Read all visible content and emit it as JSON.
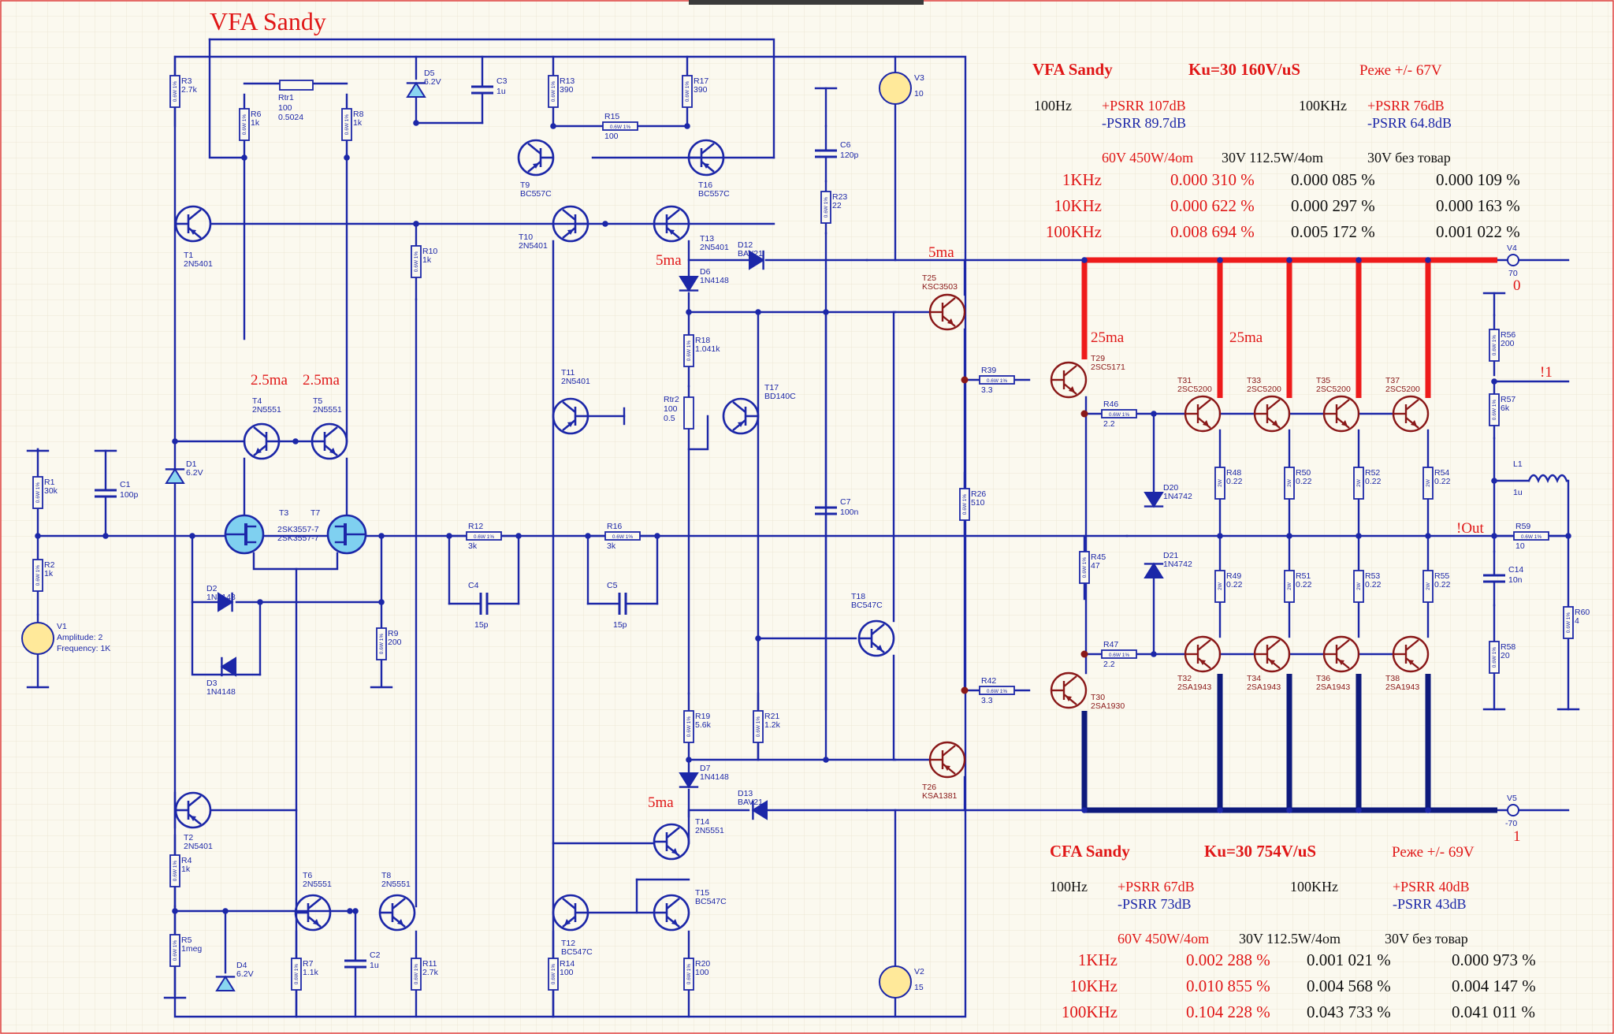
{
  "title": "VFA Sandy",
  "vfa_panel": {
    "name": "VFA Sandy",
    "ku": "Ku=30  160V/uS",
    "rail": "Реже +/- 67V",
    "f100": "100Hz",
    "f100k": "100KHz",
    "psrr_p_100": "+PSRR 107dB",
    "psrr_n_100": "-PSRR 89.7dB",
    "psrr_p_100k": "+PSRR 76dB",
    "psrr_n_100k": "-PSRR 64.8dB",
    "col1": "60V 450W/4om",
    "col2": "30V 112.5W/4om",
    "col3": "30V без товар",
    "rows": [
      {
        "f": "1KHz",
        "a": "0.000 310 %",
        "b": "0.000 085 %",
        "c": "0.000 109 %"
      },
      {
        "f": "10KHz",
        "a": "0.000 622 %",
        "b": "0.000 297 %",
        "c": "0.000 163 %"
      },
      {
        "f": "100KHz",
        "a": "0.008 694 %",
        "b": "0.005 172 %",
        "c": "0.001 022 %"
      }
    ]
  },
  "cfa_panel": {
    "name": "CFA Sandy",
    "ku": "Ku=30  754V/uS",
    "rail": "Реже +/- 69V",
    "f100": "100Hz",
    "f100k": "100KHz",
    "psrr_p_100": "+PSRR 67dB",
    "psrr_n_100": "-PSRR 73dB",
    "psrr_p_100k": "+PSRR 40dB",
    "psrr_n_100k": "-PSRR 43dB",
    "col1": "60V 450W/4om",
    "col2": "30V 112.5W/4om",
    "col3": "30V без товар",
    "rows": [
      {
        "f": "1KHz",
        "a": "0.002 288 %",
        "b": "0.001 021 %",
        "c": "0.000 973 %"
      },
      {
        "f": "10KHz",
        "a": "0.010 855 %",
        "b": "0.004 568 %",
        "c": "0.004 147 %"
      },
      {
        "f": "100KHz",
        "a": "0.104 228 %",
        "b": "0.043 733 %",
        "c": "0.041 011 %"
      }
    ]
  },
  "annotations": {
    "i_5ma": "5ma",
    "i_25ma": "25ma",
    "i_2p5ma": "2.5ma",
    "out": "!Out",
    "net1": "!1"
  },
  "sources": {
    "V1": {
      "name": "V1",
      "l1": "Amplitude: 2",
      "l2": "Frequency: 1K"
    },
    "V2": {
      "name": "V2",
      "val": "15"
    },
    "V3": {
      "name": "V3",
      "val": "10"
    },
    "V4": {
      "name": "V4",
      "val": "70",
      "sub": "0"
    },
    "V5": {
      "name": "V5",
      "val": "-70",
      "sub": "1"
    }
  },
  "resistor_rating": "0.6W 1%",
  "resistor_rating_2w": "2W",
  "resistors": [
    {
      "id": "R1",
      "v": "30k"
    },
    {
      "id": "R2",
      "v": "1k"
    },
    {
      "id": "R3",
      "v": "2.7k"
    },
    {
      "id": "R4",
      "v": "1k"
    },
    {
      "id": "R5",
      "v": "1meg"
    },
    {
      "id": "R6",
      "v": "1k"
    },
    {
      "id": "R7",
      "v": "1.1k"
    },
    {
      "id": "R8",
      "v": "1k"
    },
    {
      "id": "R9",
      "v": "200"
    },
    {
      "id": "R10",
      "v": "1k"
    },
    {
      "id": "R11",
      "v": "2.7k"
    },
    {
      "id": "R12",
      "v": "3k"
    },
    {
      "id": "R13",
      "v": "390"
    },
    {
      "id": "R14",
      "v": "100"
    },
    {
      "id": "R15",
      "v": "100"
    },
    {
      "id": "R16",
      "v": "3k"
    },
    {
      "id": "R17",
      "v": "390"
    },
    {
      "id": "R18",
      "v": "1.041k"
    },
    {
      "id": "R19",
      "v": "5.6k"
    },
    {
      "id": "R20",
      "v": "100"
    },
    {
      "id": "R21",
      "v": "1.2k"
    },
    {
      "id": "R23",
      "v": "22"
    },
    {
      "id": "R26",
      "v": "510"
    },
    {
      "id": "R39",
      "v": "3.3"
    },
    {
      "id": "R42",
      "v": "3.3"
    },
    {
      "id": "R45",
      "v": "47"
    },
    {
      "id": "R46",
      "v": "2.2"
    },
    {
      "id": "R47",
      "v": "2.2"
    },
    {
      "id": "R48",
      "v": "0.22"
    },
    {
      "id": "R49",
      "v": "0.22"
    },
    {
      "id": "R50",
      "v": "0.22"
    },
    {
      "id": "R51",
      "v": "0.22"
    },
    {
      "id": "R52",
      "v": "0.22"
    },
    {
      "id": "R53",
      "v": "0.22"
    },
    {
      "id": "R54",
      "v": "0.22"
    },
    {
      "id": "R55",
      "v": "0.22"
    },
    {
      "id": "R56",
      "v": "200"
    },
    {
      "id": "R57",
      "v": "6k"
    },
    {
      "id": "R58",
      "v": "20"
    },
    {
      "id": "R59",
      "v": "10"
    },
    {
      "id": "R60",
      "v": "4"
    }
  ],
  "trimmers": [
    {
      "id": "Rtr1",
      "v1": "100",
      "v2": "0.5024"
    },
    {
      "id": "Rtr2",
      "v1": "100",
      "v2": "0.5"
    }
  ],
  "capacitors": [
    {
      "id": "C1",
      "v": "100p"
    },
    {
      "id": "C2",
      "v": "1u"
    },
    {
      "id": "C3",
      "v": "1u"
    },
    {
      "id": "C4",
      "v": "15p"
    },
    {
      "id": "C5",
      "v": "15p"
    },
    {
      "id": "C6",
      "v": "120p"
    },
    {
      "id": "C7",
      "v": "100n"
    },
    {
      "id": "C14",
      "v": "10n"
    }
  ],
  "inductors": [
    {
      "id": "L1",
      "v": "1u"
    }
  ],
  "diodes": [
    {
      "id": "D1",
      "v": "6.2V"
    },
    {
      "id": "D2",
      "v": "1N4148"
    },
    {
      "id": "D3",
      "v": "1N4148"
    },
    {
      "id": "D4",
      "v": "6.2V"
    },
    {
      "id": "D5",
      "v": "6.2V"
    },
    {
      "id": "D6",
      "v": "1N4148"
    },
    {
      "id": "D7",
      "v": "1N4148"
    },
    {
      "id": "D12",
      "v": "BAV21"
    },
    {
      "id": "D13",
      "v": "BAV21"
    },
    {
      "id": "D20",
      "v": "1N4742"
    },
    {
      "id": "D21",
      "v": "1N4742"
    }
  ],
  "transistors": [
    {
      "id": "T1",
      "v": "2N5401"
    },
    {
      "id": "T2",
      "v": "2N5401"
    },
    {
      "id": "T3",
      "v": "2SK3557-7"
    },
    {
      "id": "T4",
      "v": "2N5551"
    },
    {
      "id": "T5",
      "v": "2N5551"
    },
    {
      "id": "T6",
      "v": "2N5551"
    },
    {
      "id": "T7",
      "v": "2SK3557-7"
    },
    {
      "id": "T8",
      "v": "2N5551"
    },
    {
      "id": "T9",
      "v": "BC557C"
    },
    {
      "id": "T10",
      "v": "2N5401"
    },
    {
      "id": "T11",
      "v": "2N5401"
    },
    {
      "id": "T12",
      "v": "BC547C"
    },
    {
      "id": "T13",
      "v": "2N5401"
    },
    {
      "id": "T14",
      "v": "2N5551"
    },
    {
      "id": "T15",
      "v": "BC547C"
    },
    {
      "id": "T16",
      "v": "BC557C"
    },
    {
      "id": "T17",
      "v": "BD140C"
    },
    {
      "id": "T18",
      "v": "BC547C"
    },
    {
      "id": "T25",
      "v": "KSC3503"
    },
    {
      "id": "T26",
      "v": "KSA1381"
    },
    {
      "id": "T29",
      "v": "2SC5171"
    },
    {
      "id": "T30",
      "v": "2SA1930"
    },
    {
      "id": "T31",
      "v": "2SC5200"
    },
    {
      "id": "T32",
      "v": "2SA1943"
    },
    {
      "id": "T33",
      "v": "2SC5200"
    },
    {
      "id": "T34",
      "v": "2SA1943"
    },
    {
      "id": "T35",
      "v": "2SC5200"
    },
    {
      "id": "T36",
      "v": "2SA1943"
    },
    {
      "id": "T37",
      "v": "2SC5200"
    },
    {
      "id": "T38",
      "v": "2SA1943"
    }
  ],
  "colors": {
    "wire": "#1c27a8",
    "output_stage": "#8a1818",
    "pos_rail": "#ee1b1b",
    "neg_rail": "#0e1a7c",
    "annotation": "#e01717",
    "background": "#fbf9ef"
  }
}
